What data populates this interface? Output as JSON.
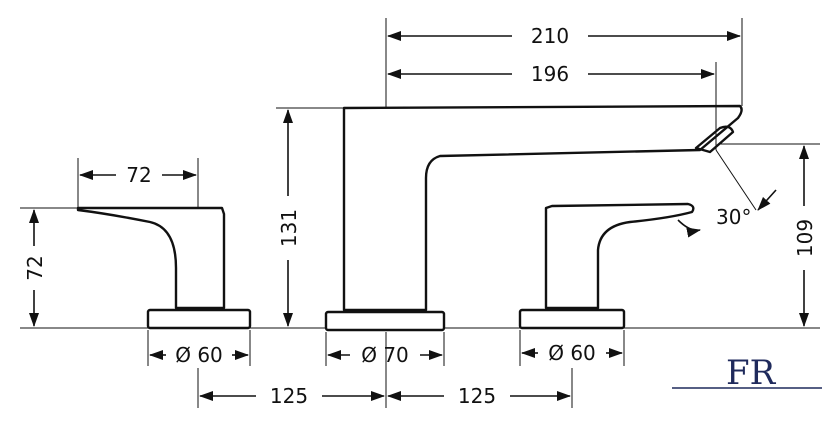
{
  "dimensions": {
    "width_total": "210",
    "width_spout": "196",
    "height_spout": "131",
    "height_outlet": "109",
    "angle": "30°",
    "handle_width": "72",
    "handle_height": "72",
    "dia_left": "Ø 60",
    "dia_center": "Ø 70",
    "dia_right": "Ø 60",
    "spacing_left": "125",
    "spacing_right": "125"
  },
  "logo": {
    "text": "FR"
  },
  "colors": {
    "line": "#111111",
    "logo": "#1f2a5c"
  }
}
